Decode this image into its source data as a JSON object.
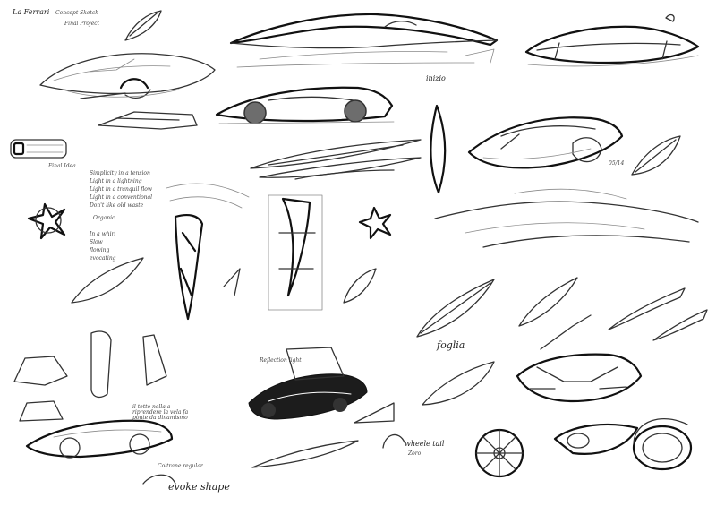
{
  "sheet": {
    "title": "La Ferrari",
    "subtitle": "Concept Sketch",
    "sub_note": "Final Project",
    "inizio_label": "inizio",
    "date_mark": "05/14",
    "idea_notes": [
      "Final Idea",
      "Simplicity in a tension",
      "Light in a lightning",
      "Light in a tranquil flow",
      "Light in a conventional",
      "Don't like old waste",
      "Organic",
      "In a whirl",
      "Slow",
      "flowing",
      "evocating"
    ],
    "foglia_label": "foglia",
    "wheel_note": "il tetto nella a riprendere la vela fa ponte da dinamismo",
    "coltrane_note": "Coltrane regular",
    "evoke_label": "evoke shape",
    "wheel_tail_label": "wheele tail",
    "wheel_tail_sub": "Zoro",
    "small_note": "Reflection light"
  }
}
